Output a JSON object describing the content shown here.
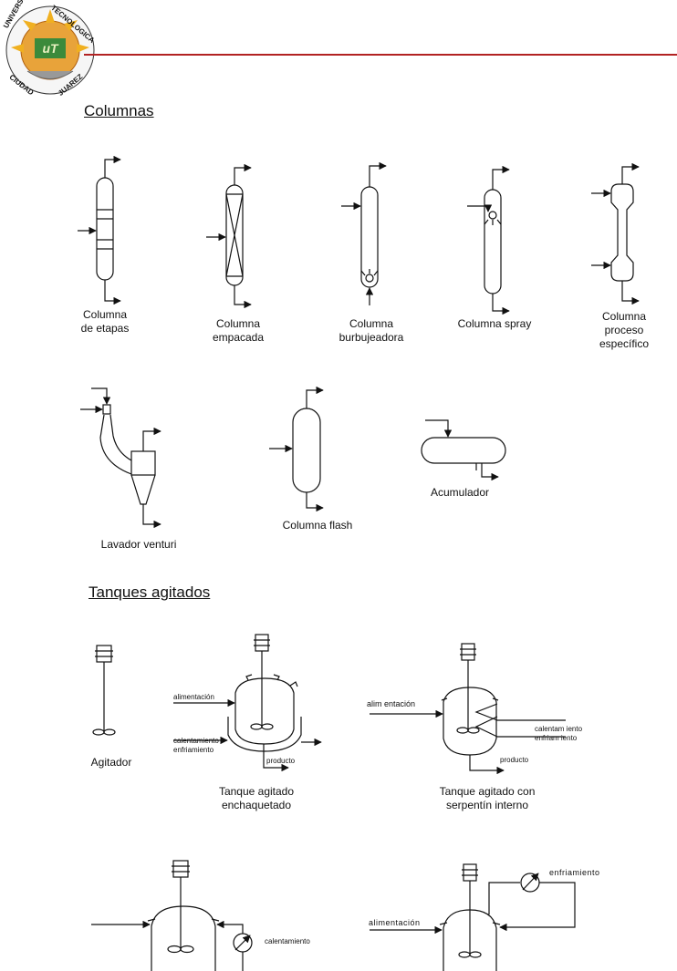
{
  "header": {
    "logo_ring_top_left": "UNIVERSIDAD",
    "logo_ring_top_right": "TECNOLOGICA",
    "logo_ring_bottom_left": "CIUDAD",
    "logo_ring_bottom_right": "JUAREZ",
    "rule_color": "#b22222"
  },
  "sections": {
    "columnas": "Columnas",
    "tanques": "Tanques agitados"
  },
  "labels": {
    "col_etapas_1": "Columna",
    "col_etapas_2": "de etapas",
    "col_empacada_1": "Columna",
    "col_empacada_2": "empacada",
    "col_burbujeadora_1": "Columna",
    "col_burbujeadora_2": "burbujeadora",
    "col_spray": "Columna spray",
    "col_proceso_1": "Columna",
    "col_proceso_2": "proceso",
    "col_proceso_3": "específico",
    "lavador": "Lavador venturi",
    "col_flash": "Columna flash",
    "acumulador": "Acumulador",
    "agitador": "Agitador",
    "tanque_enchaq_1": "Tanque agitado",
    "tanque_enchaq_2": "enchaquetado",
    "tanque_serp_1": "Tanque agitado con",
    "tanque_serp_2": "serpentín interno"
  },
  "small": {
    "alimentacion": "alimentación",
    "calentamiento": "calentamiento",
    "enfriamiento": "enfriamiento",
    "producto": "producto",
    "calentamiento_sep": "calentam iento",
    "enfriamiento_sep": "enfriam iento",
    "alimentacion_sep": "alim entación",
    "producto_sep": "producto",
    "calentamiento2": "calentamiento",
    "enfriamiento_sp": "enfriamiento",
    "alimentacion_sp": "alimentación"
  }
}
